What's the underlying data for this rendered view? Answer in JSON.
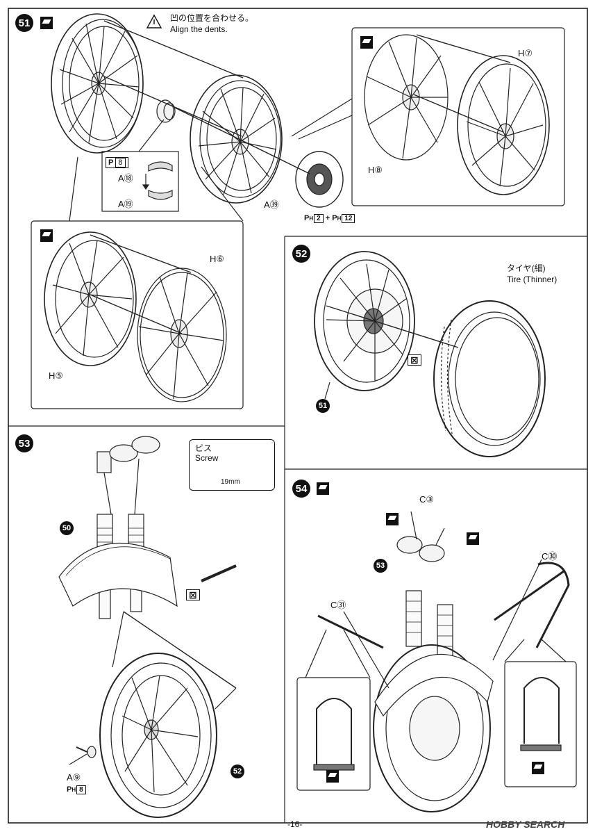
{
  "page_number": "-16-",
  "watermark": "HOBBY SEARCH",
  "steps": {
    "s51": {
      "number": "51",
      "note_jp": "凹の位置を合わせる。",
      "note_en": "Align the dents.",
      "parts": {
        "h7": "H⑦",
        "h8": "H⑧",
        "h6": "H⑥",
        "h5": "H⑤",
        "a18": "A⑱",
        "a19": "A⑲",
        "a39": "A㊴",
        "paint_chip": "8",
        "paint_a39_a": "2",
        "paint_a39_b": "12"
      }
    },
    "s52": {
      "number": "52",
      "tire_jp": "タイヤ(細)",
      "tire_en": "Tire (Thinner)",
      "ref": "51"
    },
    "s53": {
      "number": "53",
      "screw_jp": "ビス",
      "screw_en": "Screw",
      "screw_len": "19mm",
      "ref_fender": "50",
      "ref_wheel": "52",
      "a9": "A⑨",
      "paint_a9": "8"
    },
    "s54": {
      "number": "54",
      "c3": "C③",
      "c30": "C㉚",
      "c31": "C㉛",
      "ref": "53"
    }
  }
}
